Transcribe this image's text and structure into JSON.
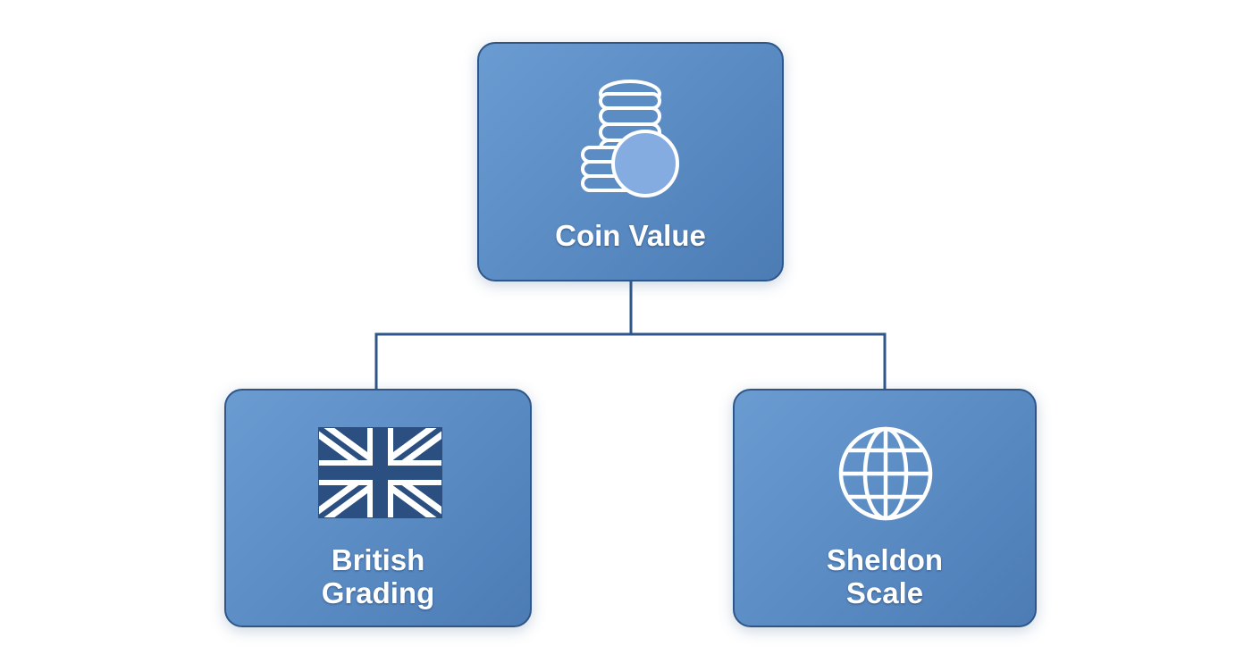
{
  "diagram": {
    "root": {
      "label": "Coin Value",
      "icon": "coin-stack-icon"
    },
    "children": [
      {
        "label_line1": "British",
        "label_line2": "Grading",
        "icon": "union-jack-flag-icon"
      },
      {
        "label_line1": "Sheldon",
        "label_line2": "Scale",
        "icon": "globe-icon"
      }
    ],
    "colors": {
      "node_fill": "#5b8cc4",
      "node_border": "#2e5689",
      "connector": "#2e5689",
      "text": "#ffffff"
    }
  }
}
